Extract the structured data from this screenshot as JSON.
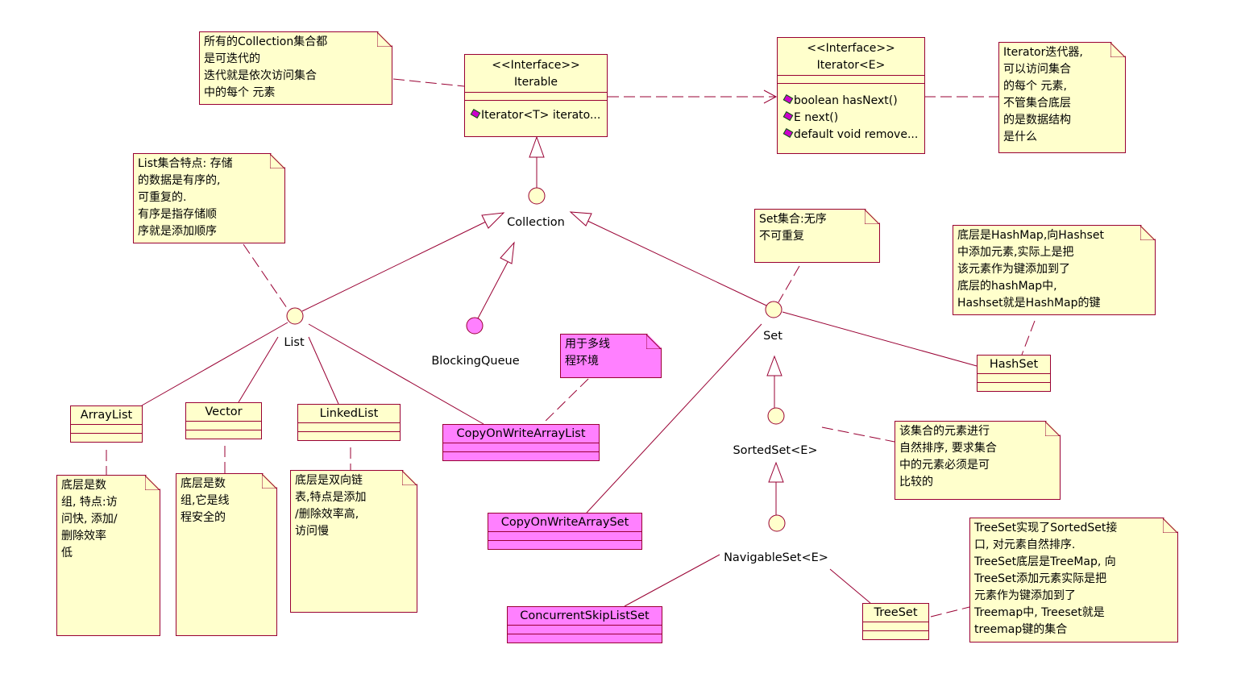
{
  "colors": {
    "note_fill": "#ffffcc",
    "border": "#990033",
    "pink_fill": "#ff80ff"
  },
  "iterable": {
    "stereotype": "<<Interface>>",
    "name": "Iterable",
    "ops": [
      "Iterator<T> iterato..."
    ]
  },
  "iterator": {
    "stereotype": "<<Interface>>",
    "name": "Iterator<E>",
    "ops": [
      "boolean hasNext()",
      "E next()",
      "default void remove..."
    ]
  },
  "interfaces": {
    "collection": "Collection",
    "list": "List",
    "set": "Set",
    "blocking_queue": "BlockingQueue",
    "sorted_set": "SortedSet<E>",
    "navigable_set": "NavigableSet<E>"
  },
  "classes": {
    "arraylist": "ArrayList",
    "vector": "Vector",
    "linkedlist": "LinkedList",
    "cow_arraylist": "CopyOnWriteArrayList",
    "cow_arrayset": "CopyOnWriteArraySet",
    "concurrent_skiplistset": "ConcurrentSkipListSet",
    "hashset": "HashSet",
    "treeset": "TreeSet"
  },
  "notes": {
    "iterable": [
      "所有的Collection集合都",
      "是可迭代的",
      "迭代就是依次访问集合",
      "中的每个 元素"
    ],
    "iterator": [
      "Iterator迭代器,",
      "可以访问集合",
      "的每个 元素,",
      "不管集合底层",
      "的是数据结构",
      "是什么"
    ],
    "list": [
      "List集合特点: 存储",
      "的数据是有序的,",
      "可重复的.",
      "有序是指存储顺",
      "序就是添加顺序"
    ],
    "set": [
      "Set集合:无序",
      "不可重复"
    ],
    "hashset": [
      "底层是HashMap,向Hashset",
      "中添加元素,实际上是把",
      "该元素作为键添加到了",
      "底层的hashMap中,",
      "Hashset就是HashMap的键"
    ],
    "arraylist": [
      "底层是数",
      "组, 特点:访",
      "问快, 添加/",
      "删除效率",
      "低"
    ],
    "vector": [
      "底层是数",
      "组,它是线",
      "程安全的"
    ],
    "linkedlist": [
      "底层是双向链",
      "表,特点是添加",
      "/删除效率高,",
      "访问慢"
    ],
    "multithread": [
      "用于多线",
      "程环境"
    ],
    "sortedset": [
      "该集合的元素进行",
      "自然排序, 要求集合",
      "中的元素必须是可",
      "比较的"
    ],
    "treeset": [
      "TreeSet实现了SortedSet接",
      "口, 对元素自然排序.",
      "TreeSet底层是TreeMap, 向",
      "TreeSet添加元素实际是把",
      "元素作为键添加到了",
      "Treemap中, Treeset就是",
      "treemap键的集合"
    ]
  }
}
